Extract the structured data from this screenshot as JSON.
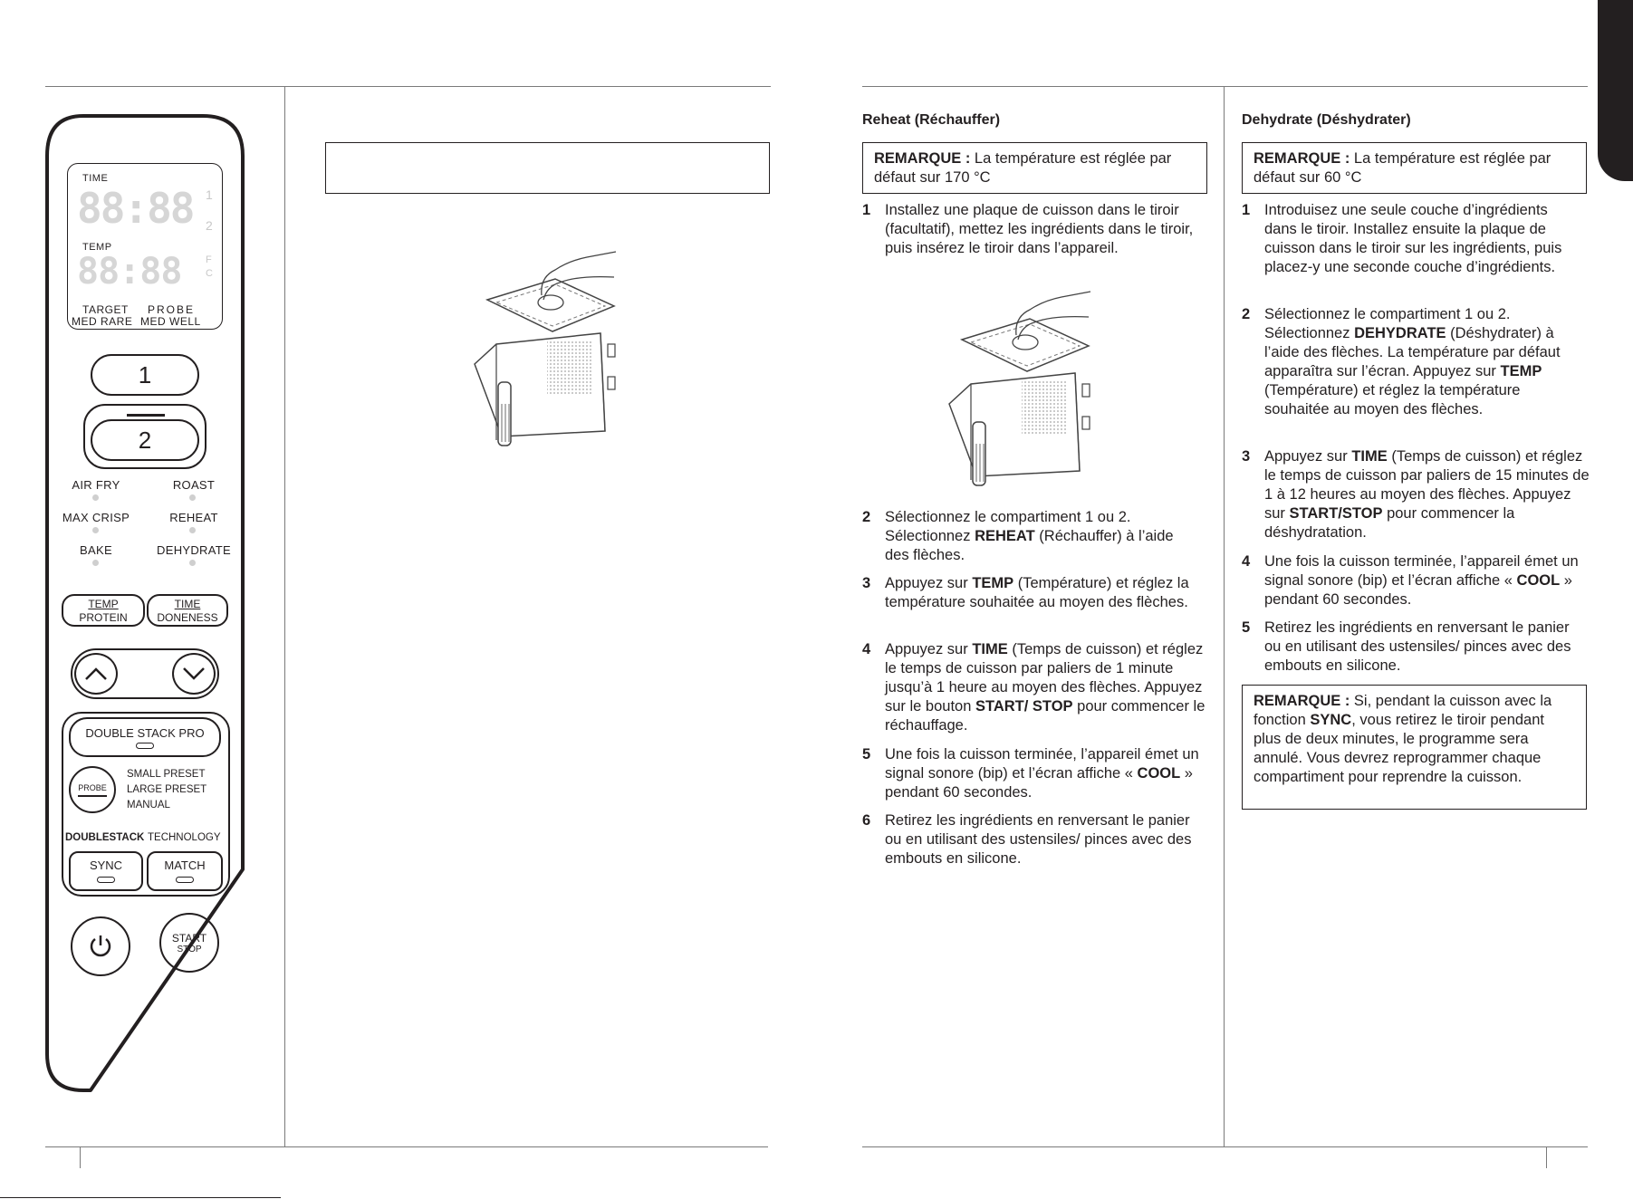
{
  "panel": {
    "display": {
      "time_label": "TIME",
      "temp_label": "TEMP",
      "time_digits": "88:88",
      "temp_digits": "88:88",
      "zone1": "1",
      "zone2": "2",
      "unit_f": "F",
      "unit_c": "C",
      "target_label": "TARGET",
      "probe_label": "PROBE",
      "med_rare": "MED RARE",
      "med_well": "MED WELL"
    },
    "zone1_button": "1",
    "zone2_button": "2",
    "functions": {
      "air_fry": "AIR FRY",
      "roast": "ROAST",
      "max_crisp": "MAX CRISP",
      "reheat": "REHEAT",
      "bake": "BAKE",
      "dehydrate": "DEHYDRATE"
    },
    "temp_button_top": "TEMP",
    "temp_button_bottom": "PROTEIN",
    "time_button_top": "TIME",
    "time_button_bottom": "DONENESS",
    "double_stack_pro": "DOUBLE STACK PRO",
    "probe": "PROBE",
    "small_preset": "SMALL PRESET",
    "large_preset": "LARGE PRESET",
    "manual": "MANUAL",
    "doublestack": "DOUBLESTACK",
    "technology": "TECHNOLOGY",
    "sync": "SYNC",
    "match": "MATCH",
    "start": "START",
    "stop": "STOP"
  },
  "reheat": {
    "heading": "Reheat (Réchauffer)",
    "note_label": "REMARQUE :",
    "note_text": " La température est réglée par défaut sur 170 °C",
    "steps": [
      {
        "num": "1",
        "parts": [
          "Installez une plaque de cuisson dans le tiroir (facultatif), mettez les ingrédients dans le tiroir, puis insérez le tiroir dans l’appareil."
        ]
      },
      {
        "num": "2",
        "pre": "Sélectionnez le compartiment 1 ou 2. Sélectionnez ",
        "bold": "REHEAT",
        "post": " (Réchauffer) à l’aide des flèches."
      },
      {
        "num": "3",
        "pre": "Appuyez sur ",
        "bold": "TEMP",
        "post": " (Température) et réglez la température souhaitée au moyen des flèches."
      },
      {
        "num": "4",
        "pre": "Appuyez sur ",
        "bold": "TIME",
        "post": " (Temps de cuisson) et réglez le temps de cuisson par paliers de 1 minute jusqu’à 1 heure au moyen des flèches. Appuyez sur le bouton ",
        "bold2": "START/ STOP",
        "post2": " pour commencer le réchauffage."
      },
      {
        "num": "5",
        "pre": " Une fois la cuisson terminée, l’appareil émet un signal sonore (bip) et l’écran affiche « ",
        "bold": "COOL",
        "post": " » pendant 60 secondes."
      },
      {
        "num": "6",
        "parts": [
          "Retirez les ingrédients en renversant le panier ou en utilisant des ustensiles/ pinces avec des embouts en silicone."
        ]
      }
    ]
  },
  "dehydrate": {
    "heading": "Dehydrate (Déshydrater)",
    "note_label": "REMARQUE :",
    "note_text": " La température est réglée par défaut sur 60 °C",
    "steps": [
      {
        "num": "1",
        "parts": [
          "Introduisez une seule couche d’ingrédients dans le tiroir. Installez ensuite la plaque de cuisson dans le tiroir sur les ingrédients, puis placez-y une seconde couche d’ingrédients."
        ]
      },
      {
        "num": "2",
        "pre": "Sélectionnez le compartiment 1 ou 2. Sélectionnez ",
        "bold": "DEHYDRATE",
        "post": " (Déshydrater) à l’aide des flèches. La température par défaut apparaîtra sur l’écran. Appuyez sur ",
        "bold2": "TEMP",
        "post2": " (Température) et réglez la température souhaitée au moyen des flèches."
      },
      {
        "num": "3",
        "pre": "Appuyez sur ",
        "bold": "TIME",
        "post": " (Temps de cuisson) et réglez le temps de cuisson par paliers de 15 minutes de 1 à 12 heures au moyen des flèches. Appuyez sur ",
        "bold2": "START/STOP",
        "post2": " pour commencer la déshydratation."
      },
      {
        "num": "4",
        "pre": "Une fois la cuisson terminée, l’appareil émet un signal sonore (bip) et l’écran affiche « ",
        "bold": "COOL",
        "post": " » pendant 60 secondes."
      },
      {
        "num": "5",
        "parts": [
          "Retirez les ingrédients en renversant le panier ou en utilisant des ustensiles/ pinces avec des embouts en silicone."
        ]
      }
    ],
    "note2_label": "REMARQUE :",
    "note2_pre": " Si, pendant la cuisson avec la fonction ",
    "note2_bold": "SYNC",
    "note2_post": ", vous retirez le tiroir pendant plus de deux minutes, le programme sera annulé. Vous devrez reprogrammer chaque compartiment pour reprendre la cuisson."
  }
}
